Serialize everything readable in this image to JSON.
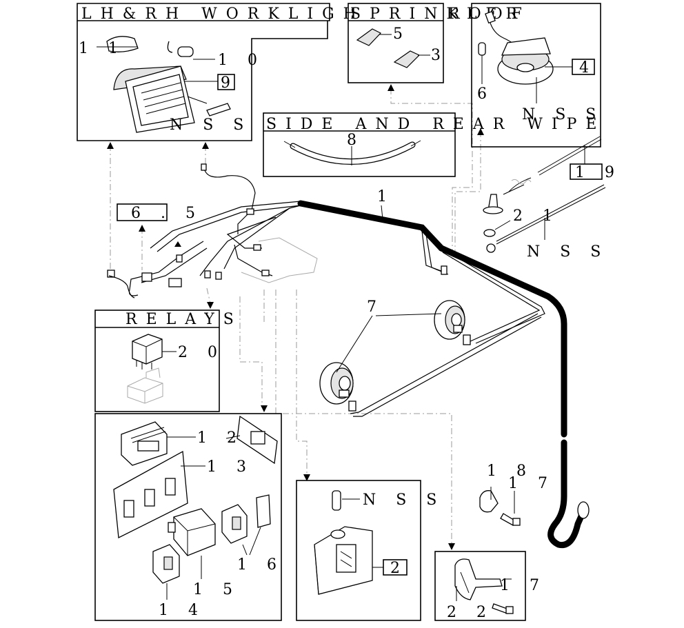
{
  "panels": {
    "worklight": {
      "title": "LH&RH WORKLIGH",
      "labels": [
        "1 1",
        "1 0",
        "9",
        "N S S"
      ]
    },
    "sprinkler": {
      "title": "SPRINKLER",
      "labels": [
        "5",
        "3"
      ]
    },
    "roof": {
      "title": "ROOF",
      "labels": [
        "6",
        "4",
        "N S S"
      ]
    },
    "wipe": {
      "title": "SIDE AND REAR WIPE",
      "labels": [
        "8"
      ]
    },
    "relays": {
      "title": "RELAYS",
      "labels": [
        "2 0"
      ]
    },
    "switches": {
      "labels": [
        "1 2",
        "1 3",
        "1 6",
        "1 5",
        "1 4"
      ]
    },
    "switch2": {
      "labels": [
        "N S S",
        "2"
      ]
    },
    "bracket": {
      "labels": [
        "1 7",
        "2 2"
      ]
    }
  },
  "callouts": {
    "c65": "6 . 5",
    "c1": "1",
    "c7": "7",
    "c19": "1 9",
    "c21": "2 1",
    "cnss": "N S S",
    "c18": "1 8",
    "c17": "1 7"
  }
}
